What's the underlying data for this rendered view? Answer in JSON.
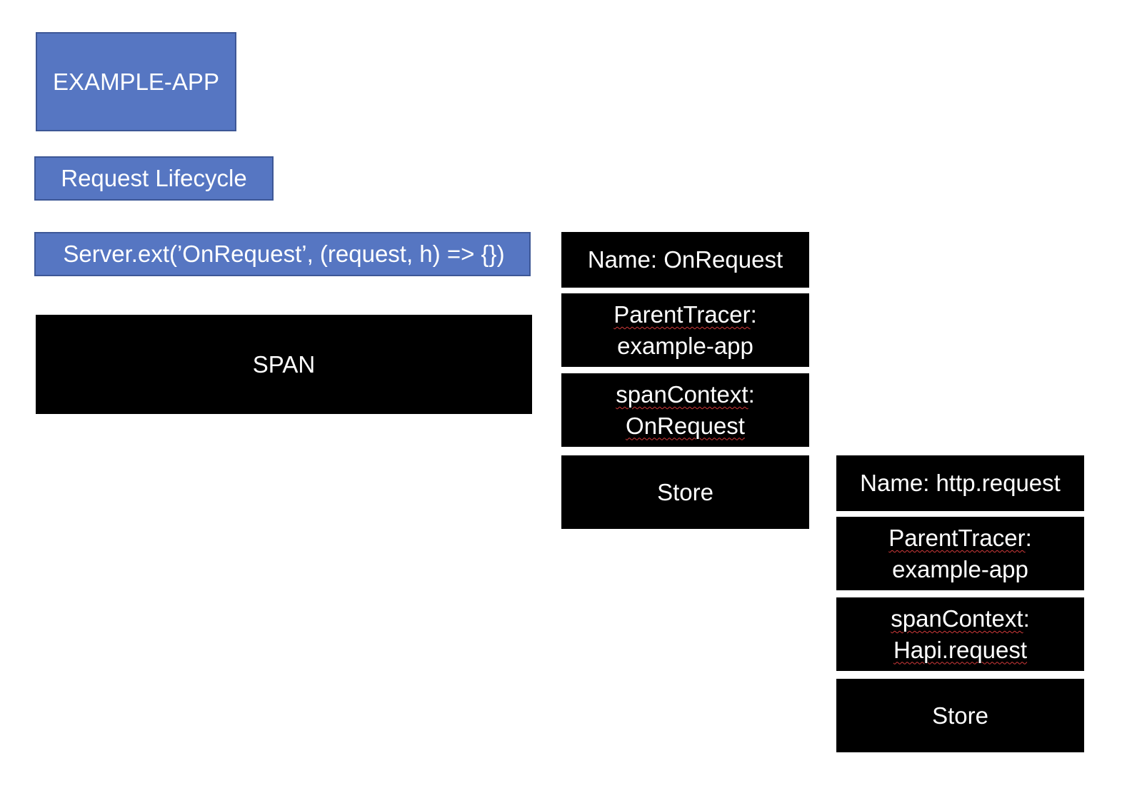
{
  "app_box": {
    "label": "EXAMPLE-APP"
  },
  "lifecycle_box": {
    "label": "Request Lifecycle"
  },
  "server_ext_box": {
    "label": "Server.ext(’OnRequest’, (request, h) => {})"
  },
  "span_box": {
    "label": "SPAN"
  },
  "span_onrequest": {
    "name": "Name: OnRequest",
    "parent_key": "ParentTracer",
    "parent_sep": ":",
    "parent_value": "example-app",
    "context_key": "spanContext",
    "context_sep": ":",
    "context_value": "OnRequest",
    "store": "Store"
  },
  "span_http_request": {
    "name": "Name: http.request",
    "parent_key": "ParentTracer",
    "parent_sep": ":",
    "parent_value": "example-app",
    "context_key": "spanContext",
    "context_sep": ":",
    "context_value": "Hapi.request",
    "store": "Store"
  },
  "colors": {
    "blue_fill": "#5676c2",
    "blue_border": "#3d5796",
    "black_fill": "#000000",
    "text": "#ffffff",
    "spellcheck_underline": "#d23a3a"
  }
}
